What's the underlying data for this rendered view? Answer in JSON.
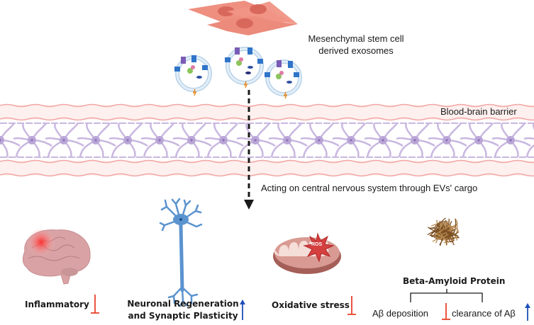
{
  "title_labels": {
    "msc_line1": "Mesenchymal stem cell",
    "msc_line2": "derived exosomes",
    "bbb": "Blood-brain barrier",
    "acting": "Acting on central nervous system through EVs' cargo"
  },
  "outcomes": [
    {
      "id": "inflammatory",
      "label": "Inflammatory",
      "effect": "decrease",
      "icon": "brain-icon"
    },
    {
      "id": "neuronal",
      "label_line1": "Neuronal Regeneration",
      "label_line2": "and Synaptic Plasticity",
      "effect": "increase",
      "icon": "neuron-icon"
    },
    {
      "id": "oxidative",
      "label": "Oxidative stress",
      "effect": "decrease",
      "icon": "mitochondrion-icon",
      "badge": "ROS"
    },
    {
      "id": "amyloid",
      "label": "Beta-Amyloid Protein",
      "effect": "branch",
      "icon": "amyloid-plaque-icon",
      "branches": [
        {
          "label": "Aβ deposition",
          "effect": "decrease"
        },
        {
          "label": "clearance of Aβ",
          "effect": "increase"
        }
      ]
    }
  ],
  "colors": {
    "decrease": "#e8432a",
    "increase": "#1f4fb8",
    "stem_cell": "#ee8f80",
    "bbb_pink": "#fdf0ef",
    "bbb_line": "#f2a7a4",
    "astrocyte": "#c9b8e0",
    "neuron": "#5b93cf",
    "brain": "#d9a3a5",
    "mito": "#b56c63",
    "ros": "#d43f3f",
    "amyloid": "#8a5a2b"
  }
}
